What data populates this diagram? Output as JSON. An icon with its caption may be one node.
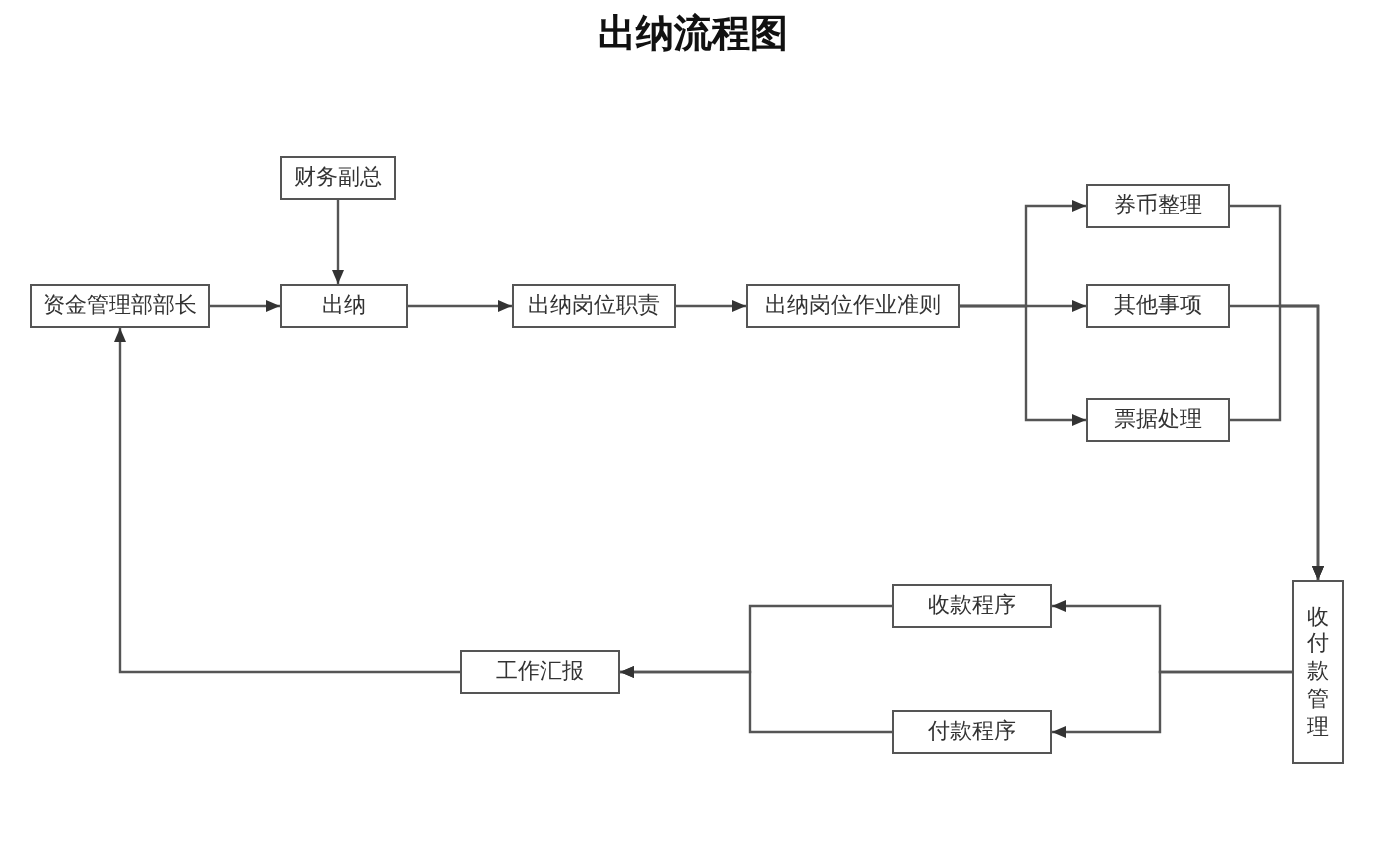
{
  "diagram": {
    "title": "出纳流程图",
    "nodes": [
      {
        "text": [
          "财务副总"
        ]
      },
      {
        "text": [
          "资金管理部部长"
        ]
      },
      {
        "text": [
          "出纳"
        ]
      },
      {
        "text": [
          "出纳岗位职责"
        ]
      },
      {
        "text": [
          "出纳岗位作业准则"
        ]
      },
      {
        "text": [
          "券币整理"
        ]
      },
      {
        "text": [
          "其他事项"
        ]
      },
      {
        "text": [
          "票据处理"
        ]
      },
      {
        "text": [
          "收付款管理"
        ]
      },
      {
        "text": [
          "收款程序"
        ]
      },
      {
        "text": [
          "付款程序"
        ]
      },
      {
        "text": [
          "工作汇报"
        ]
      }
    ],
    "edges": [
      {
        "from": 0,
        "to": 2,
        "arrow": "to"
      },
      {
        "from": 1,
        "to": 2,
        "arrow": "to"
      },
      {
        "from": 2,
        "to": 3,
        "arrow": "to"
      },
      {
        "from": 3,
        "to": 4,
        "arrow": "to"
      },
      {
        "from": 4,
        "to": 5,
        "arrow": "to"
      },
      {
        "from": 4,
        "to": 6,
        "arrow": "to"
      },
      {
        "from": 4,
        "to": 7,
        "arrow": "to"
      },
      {
        "from": 5,
        "to": 8,
        "arrow": "to"
      },
      {
        "from": 6,
        "to": 8,
        "arrow": "to"
      },
      {
        "from": 7,
        "to": 8,
        "arrow": "to"
      },
      {
        "from": 8,
        "to": 9,
        "arrow": "to"
      },
      {
        "from": 8,
        "to": 10,
        "arrow": "to"
      },
      {
        "from": 9,
        "to": 11,
        "arrow": "to"
      },
      {
        "from": 10,
        "to": 11,
        "arrow": "to"
      },
      {
        "from": 11,
        "to": 1,
        "arrow": "to"
      }
    ]
  }
}
